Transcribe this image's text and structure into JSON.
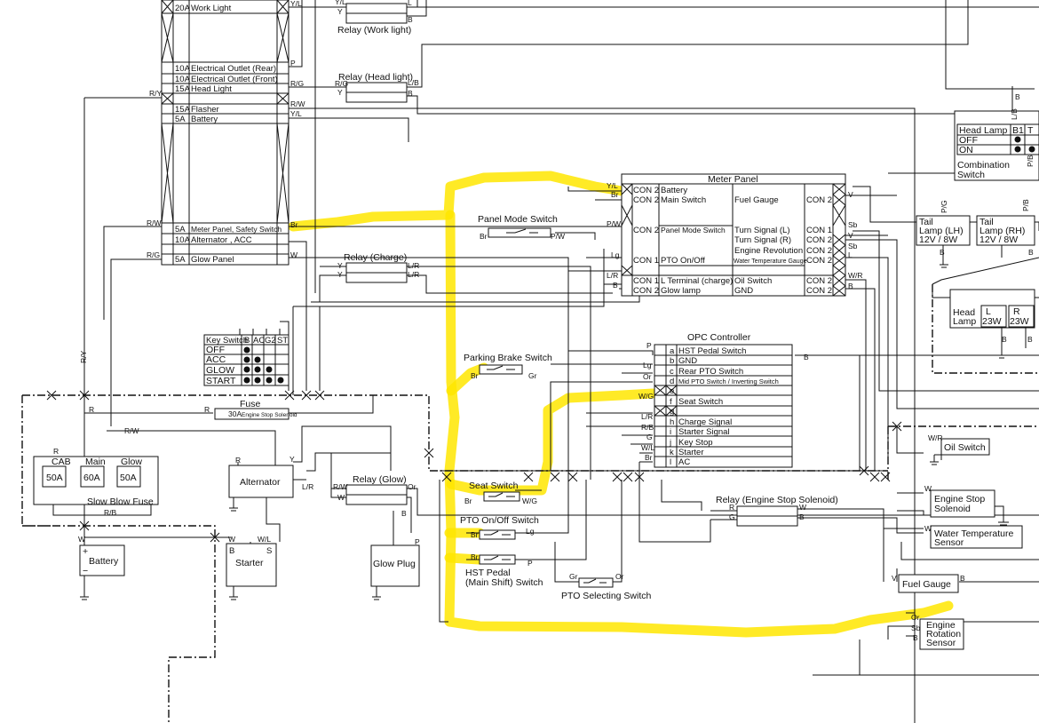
{
  "fuse_panel": {
    "rows": [
      {
        "amp": "20A",
        "name": "Work Light"
      },
      {
        "amp": "10A",
        "name": "Electrical Outlet (Rear)"
      },
      {
        "amp": "10A",
        "name": "Electrical Outlet (Front)"
      },
      {
        "amp": "15A",
        "name": "Head Light"
      },
      {
        "amp": "15A",
        "name": "Flasher"
      },
      {
        "amp": "5A",
        "name": "Battery"
      },
      {
        "amp": "5A",
        "name": "Meter Panel, Safety Switch"
      },
      {
        "amp": "10A",
        "name": "Alternator , ACC"
      },
      {
        "amp": "5A",
        "name": "Glow Panel"
      }
    ]
  },
  "relays": {
    "work_light": "Relay (Work light)",
    "head_light": "Relay (Head light)",
    "charge": "Relay (Charge)",
    "glow": "Relay (Glow)",
    "engine_stop": "Relay (Engine Stop Solenoid)"
  },
  "key_switch": {
    "title": "Key Switch",
    "columns": [
      "B",
      "AC",
      "G2",
      "ST"
    ],
    "rows": [
      "OFF",
      "ACC",
      "GLOW",
      "START"
    ]
  },
  "fuse_box": {
    "title": "Fuse",
    "inline_fuse_amp": "30A",
    "inline_fuse_name": "Engine Stop Solenoid",
    "slow_blow": [
      {
        "name": "CAB",
        "amp": "50A"
      },
      {
        "name": "Main",
        "amp": "60A"
      },
      {
        "name": "Glow",
        "amp": "50A"
      }
    ],
    "slow_blow_label": "Slow Blow Fuse"
  },
  "components": {
    "alternator": "Alternator",
    "battery": "Battery",
    "starter": "Starter",
    "glow_plug": "Glow Plug",
    "panel_mode_switch": "Panel Mode Switch",
    "parking_brake_switch": "Parking Brake Switch",
    "seat_switch": "Seat Switch",
    "pto_onoff_switch": "PTO On/Off Switch",
    "hst_pedal_line1": "HST Pedal",
    "hst_pedal_line2": "(Main Shift) Switch",
    "pto_selecting_switch": "PTO Selecting Switch",
    "oil_switch": "Oil Switch",
    "engine_stop_solenoid_1": "Engine Stop",
    "engine_stop_solenoid_2": "Solenoid",
    "water_temp_1": "Water Temperature",
    "water_temp_2": "Sensor",
    "fuel_gauge": "Fuel Gauge",
    "engine_rotation_1": "Engine",
    "engine_rotation_2": "Rotation",
    "engine_rotation_3": "Sensor"
  },
  "meter_panel": {
    "title": "Meter Panel",
    "rows": [
      {
        "con": "CON 2",
        "left": "Battery",
        "right": "",
        "rcon": ""
      },
      {
        "con": "CON 2",
        "left": "Main Switch",
        "right": "Fuel Gauge",
        "rcon": "CON 2"
      },
      {
        "con": "",
        "left": "",
        "right": "",
        "rcon": ""
      },
      {
        "con": "CON 2",
        "left": "Panel Mode Switch",
        "right": "Turn Signal (L)",
        "rcon": "CON 1"
      },
      {
        "con": "",
        "left": "",
        "right": "Turn Signal (R)",
        "rcon": "CON 2"
      },
      {
        "con": "",
        "left": "",
        "right": "Engine Revolution",
        "rcon": "CON 2"
      },
      {
        "con": "CON 1",
        "left": "PTO On/Off",
        "right": "Water Temperature Gauge",
        "rcon": "CON 2"
      },
      {
        "con": "",
        "left": "",
        "right": "",
        "rcon": ""
      },
      {
        "con": "CON 1",
        "left": "L Terminal (charge)",
        "right": "Oil Switch",
        "rcon": "CON 2"
      },
      {
        "con": "CON 2",
        "left": "Glow lamp",
        "right": "GND",
        "rcon": "CON 2"
      }
    ]
  },
  "opc_controller": {
    "title": "OPC Controller",
    "rows": [
      {
        "pin": "a",
        "label": "HST Pedal Switch"
      },
      {
        "pin": "b",
        "label": "GND"
      },
      {
        "pin": "c",
        "label": "Rear PTO Switch"
      },
      {
        "pin": "d",
        "label": "Mid PTO Switch / Inverting Switch"
      },
      {
        "pin": "e",
        "label": ""
      },
      {
        "pin": "f",
        "label": "Seat Switch"
      },
      {
        "pin": "g",
        "label": ""
      },
      {
        "pin": "h",
        "label": "Charge Signal"
      },
      {
        "pin": "i",
        "label": "Starter Signal"
      },
      {
        "pin": "j",
        "label": "Key Stop"
      },
      {
        "pin": "k",
        "label": "Starter"
      },
      {
        "pin": "l",
        "label": "AC"
      }
    ]
  },
  "combination_switch": {
    "title_1": "Combination",
    "title_2": "Switch",
    "row_head": "Head Lamp",
    "cols": [
      "B1",
      "T"
    ],
    "rows": [
      "OFF",
      "ON"
    ]
  },
  "lamps": {
    "tail_lh_1": "Tail",
    "tail_lh_2": "Lamp (LH)",
    "tail_lh_3": "12V / 8W",
    "tail_rh_1": "Tail",
    "tail_rh_2": "Lamp (RH)",
    "tail_rh_3": "12V / 8W",
    "head_1": "Head",
    "head_2": "Lamp",
    "head_l": "L",
    "head_r": "R",
    "head_l_w": "23W",
    "head_r_w": "23W"
  },
  "wire_colors": {
    "yl": "Y/L",
    "l": "L",
    "y": "Y",
    "b": "B",
    "p": "P",
    "rg": "R/G",
    "lb": "L/B",
    "rw": "R/W",
    "ry": "R/Y",
    "br": "Br",
    "pw": "P/W",
    "lg": "Lg",
    "lr": "L/R",
    "w": "W",
    "r": "R",
    "v": "V",
    "sb": "Sb",
    "wr": "W/R",
    "gr": "Gr",
    "or": "Or",
    "wg": "W/G",
    "rb": "R/B",
    "g": "G",
    "wl": "W/L",
    "pb": "P/B",
    "pg": "P/G"
  },
  "colors": {
    "highlight": "#ffe600",
    "ink": "#111111"
  }
}
